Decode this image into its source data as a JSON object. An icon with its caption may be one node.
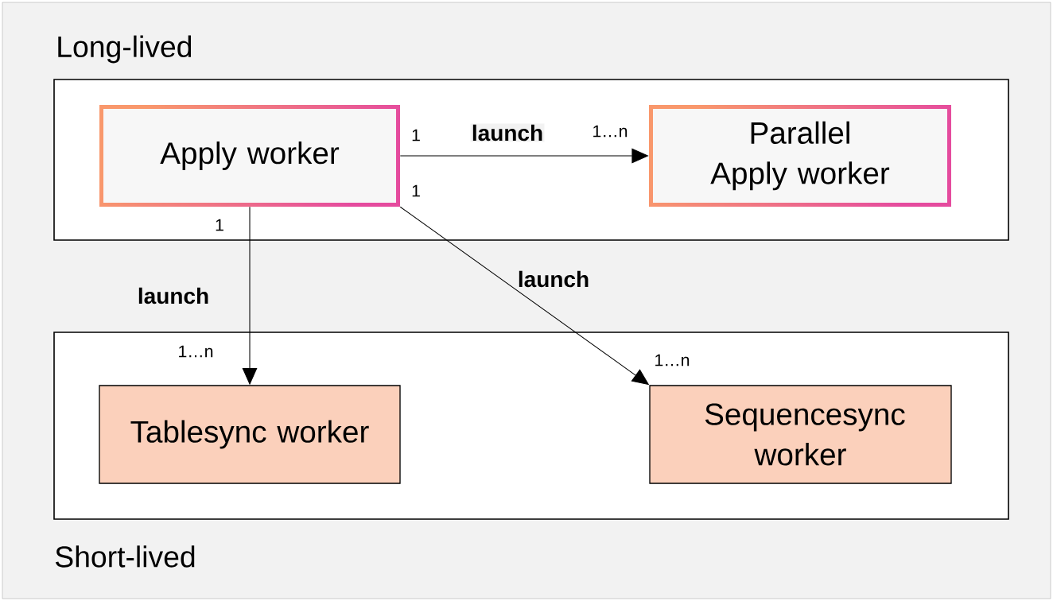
{
  "diagram": {
    "nodes": [
      {
        "text": [
          "Long-lived"
        ]
      },
      {
        "text": [
          "Apply worker"
        ],
        "in": 0
      },
      {
        "text": [
          "Parallel Apply worker"
        ],
        "in": 0
      },
      {
        "text": [
          "Short-lived"
        ]
      },
      {
        "text": [
          "Tablesync worker"
        ],
        "in": 3
      },
      {
        "text": [
          "Sequencesync worker"
        ],
        "in": 3
      }
    ],
    "edges": [
      {
        "from": 1,
        "to": 2,
        "arrow": "to",
        "label": "launch"
      },
      {
        "from": 1,
        "to": 4,
        "arrow": "to",
        "label": "launch"
      },
      {
        "from": 1,
        "to": 5,
        "arrow": "to",
        "label": "launch"
      }
    ],
    "labels": [
      "1",
      "1…n",
      "1",
      "1",
      "1…n",
      "1…n"
    ]
  }
}
